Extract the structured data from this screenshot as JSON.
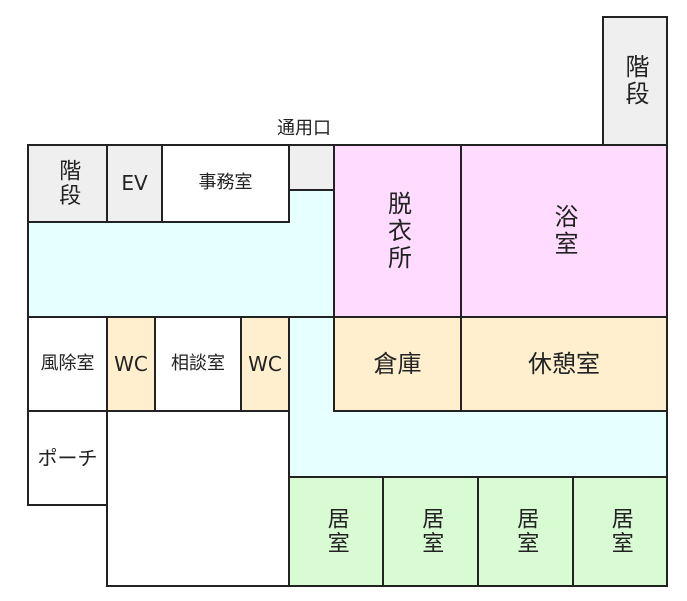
{
  "rooms": {
    "stairs_top": "階段",
    "stairs_left": "階段",
    "ev": "EV",
    "office": "事務室",
    "changing_room": "脱衣所",
    "bath": "浴室",
    "windbreak": "風除室",
    "wc_1": "WC",
    "consultation": "相談室",
    "wc_2": "WC",
    "storage": "倉庫",
    "lounge": "休憩室",
    "porch": "ポーチ",
    "living_1": "居室",
    "living_2": "居室",
    "living_3": "居室",
    "living_4": "居室"
  },
  "labels": {
    "service_entrance": "通用口"
  },
  "colors": {
    "corridor": "#e6ffff",
    "stairs": "#efefef",
    "bath_area": "#ffdcff",
    "storage_lounge": "#ffefcf",
    "living": "#d9fbd3"
  }
}
